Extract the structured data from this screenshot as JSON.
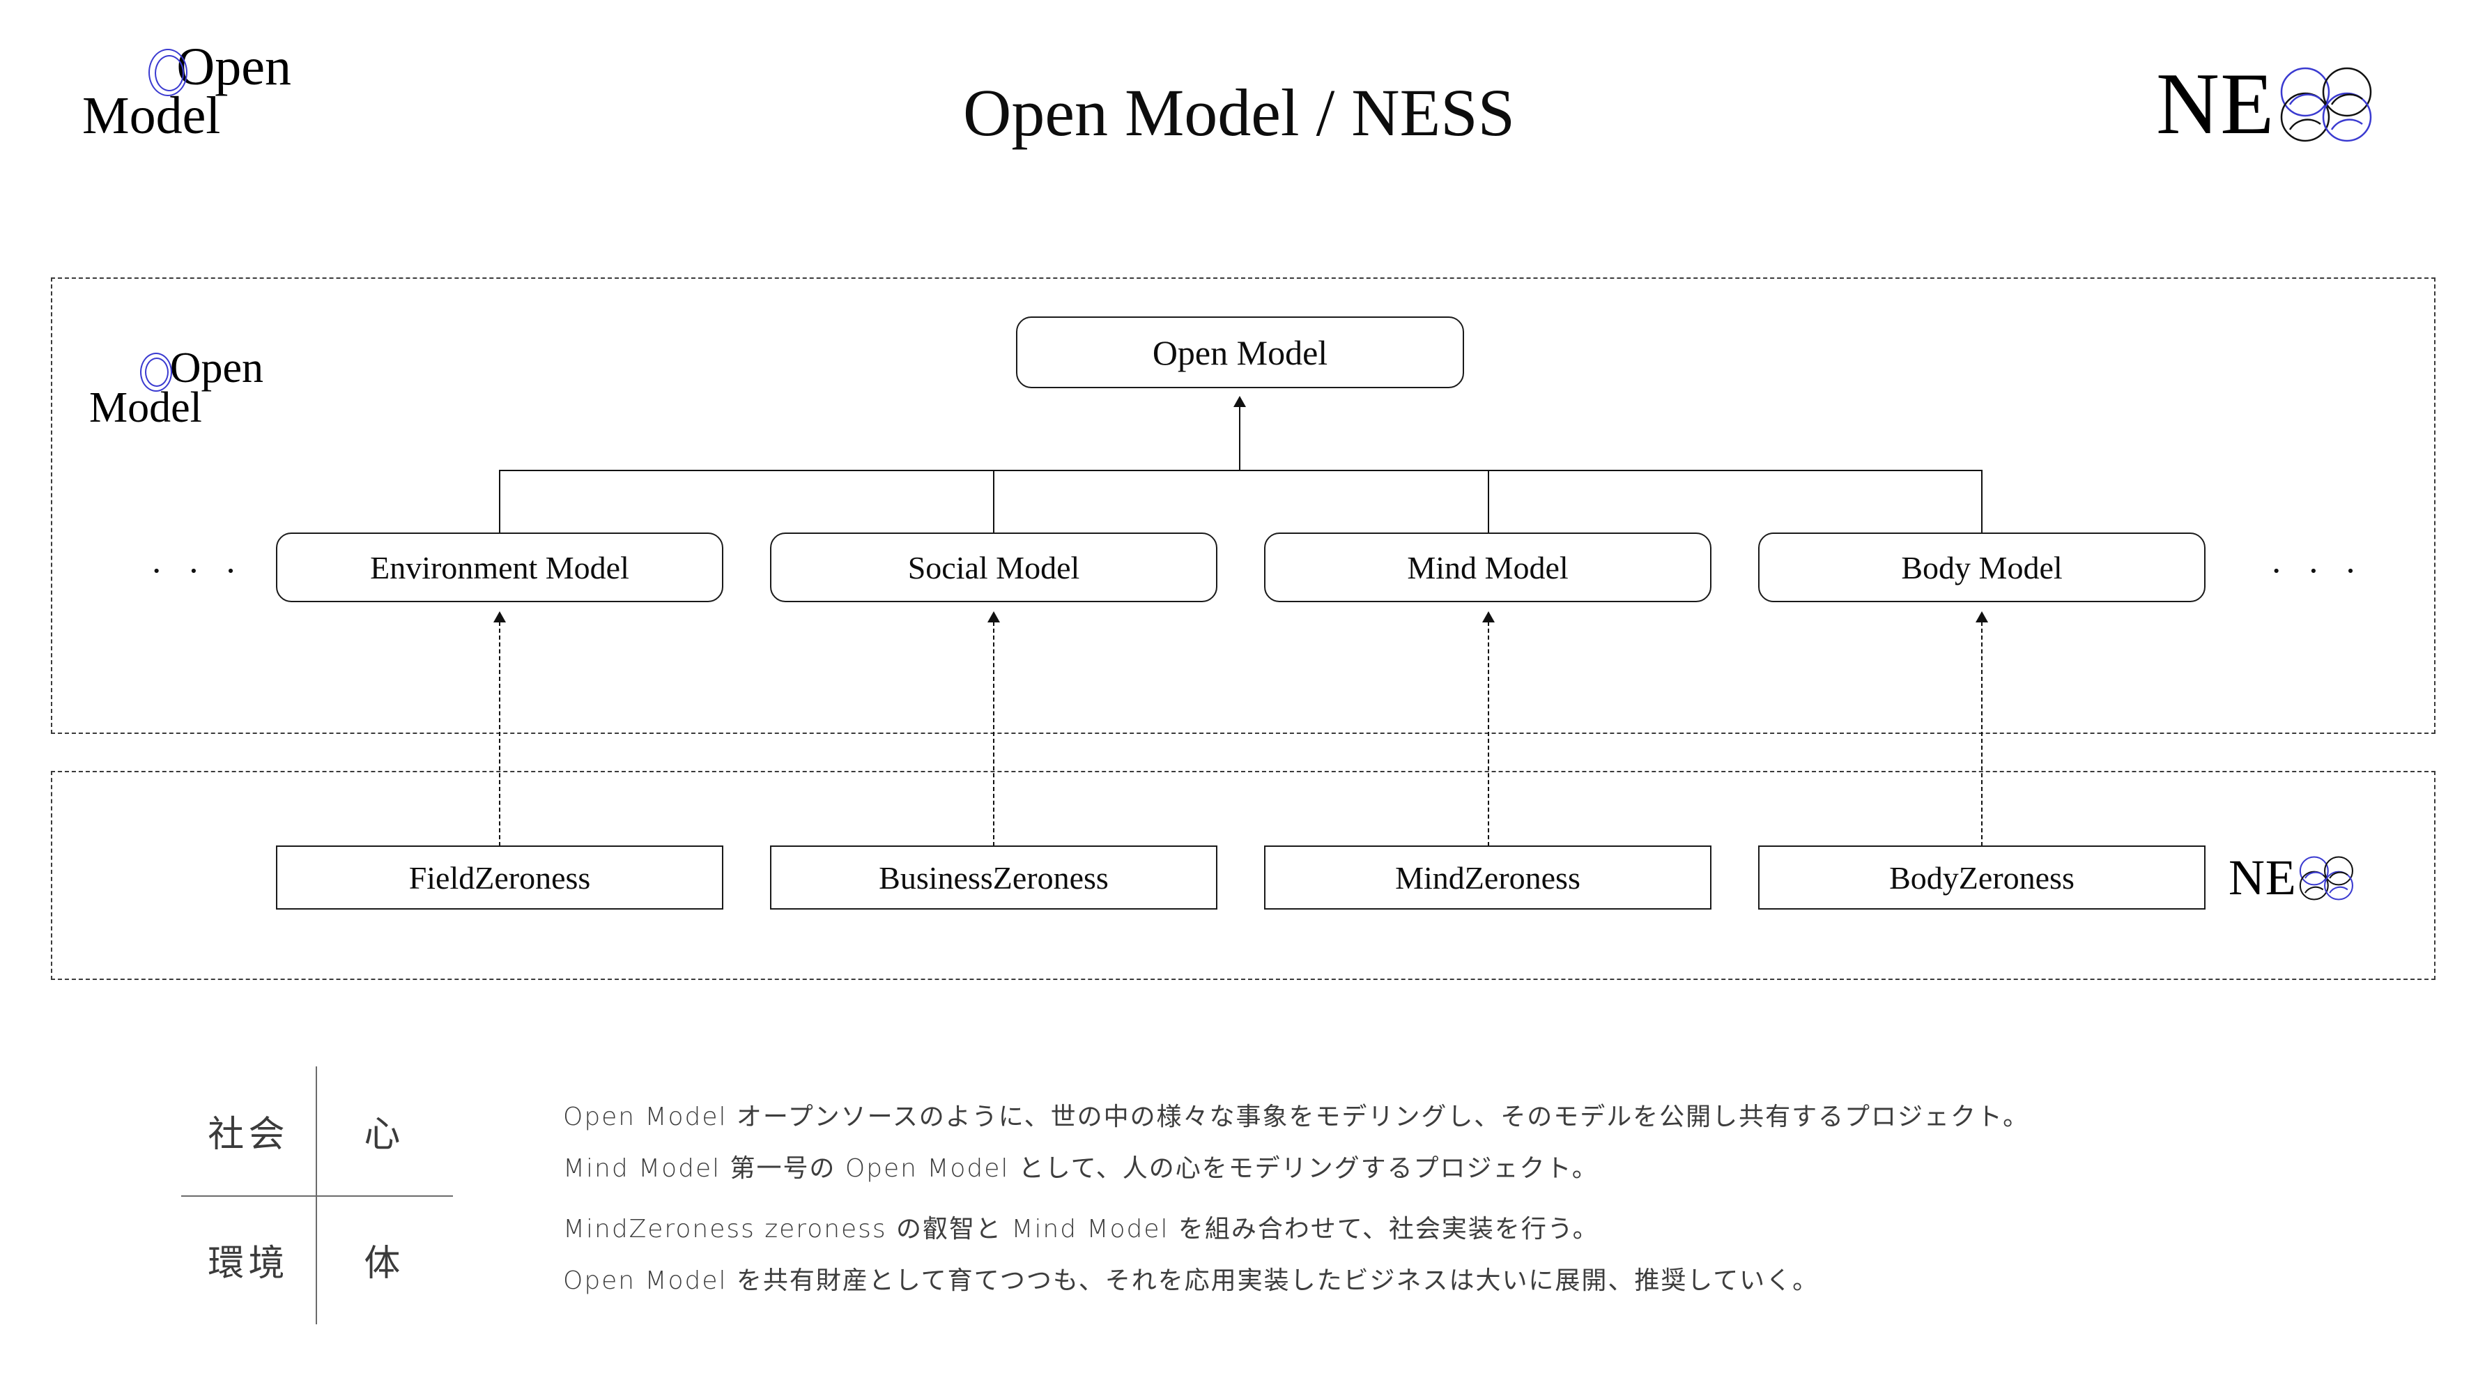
{
  "header": {
    "title": "Open Model / NESS",
    "brand_left": {
      "line1": "Open",
      "line2": "Model",
      "ring_color": "#3a3ad0"
    },
    "brand_right": {
      "letters": "NE",
      "mark": "SS",
      "mark_colors": [
        "#3a3ad0",
        "#111111"
      ]
    }
  },
  "model_group": {
    "logo": {
      "line1": "Open",
      "line2": "Model"
    },
    "root": {
      "label": "Open Model"
    },
    "ellipsis_left": "· · ·",
    "ellipsis_right": "· · ·",
    "nodes": [
      {
        "label": "Environment Model"
      },
      {
        "label": "Social Model"
      },
      {
        "label": "Mind Model"
      },
      {
        "label": "Body Model"
      }
    ]
  },
  "zeroness_group": {
    "logo": {
      "letters": "NE",
      "mark": "SS"
    },
    "nodes": [
      {
        "label": "FieldZeroness"
      },
      {
        "label": "BusinessZeroness"
      },
      {
        "label": "MindZeroness"
      },
      {
        "label": "BodyZeroness"
      }
    ]
  },
  "quadrant": {
    "top_left": "社会",
    "top_right": "心",
    "bottom_left": "環境",
    "bottom_right": "体"
  },
  "descriptions": [
    {
      "lines": [
        "Open Model オープンソースのように、世の中の様々な事象をモデリングし、そのモデルを公開し共有するプロジェクト。",
        "Mind Model 第一号の Open Model として、人の心をモデリングするプロジェクト。"
      ]
    },
    {
      "lines": [
        "MindZeroness zeroness の叡智と Mind Model を組み合わせて、社会実装を行う。",
        "Open Model を共有財産として育てつつも、それを応用実装したビジネスは大いに展開、推奨していく。"
      ]
    }
  ]
}
